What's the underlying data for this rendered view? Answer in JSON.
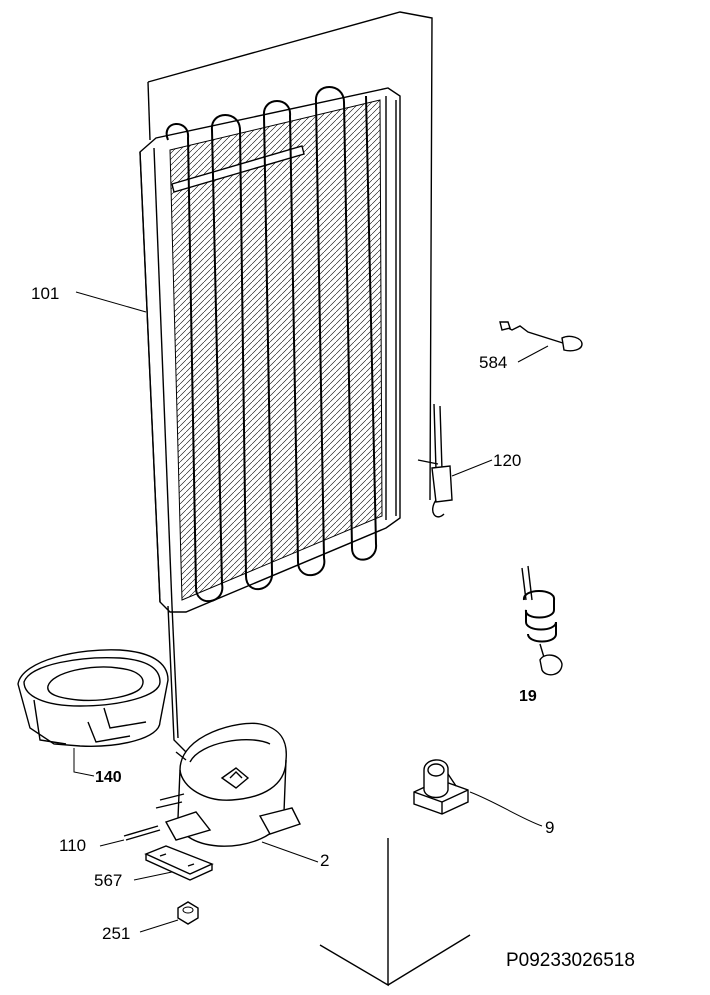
{
  "diagram": {
    "code": "P09233026518",
    "parts": {
      "condenser": "101",
      "cable_584": "584",
      "thermostat_120": "120",
      "heater_19": "19",
      "drip_tray": "140",
      "compressor": "2",
      "clip_9": "9",
      "tube_110": "110",
      "bracket_567": "567",
      "nut_251": "251"
    }
  }
}
